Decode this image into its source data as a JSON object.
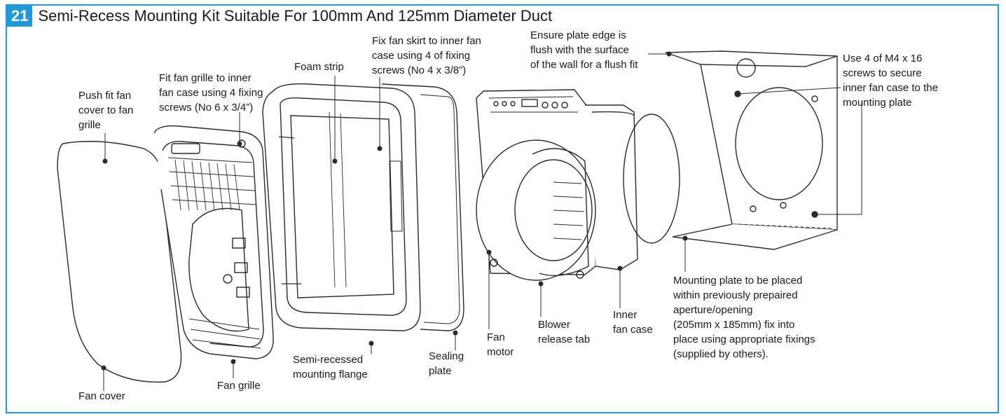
{
  "header": {
    "number": "21",
    "title": "Semi-Recess Mounting Kit Suitable For 100mm And 125mm Diameter Duct"
  },
  "labels": {
    "push_fit": [
      "Push fit fan",
      "cover to fan",
      "grille"
    ],
    "fit_grille": [
      "Fit fan grille to inner",
      "fan case using 4 fixing",
      "screws (No 6 x 3/4”)"
    ],
    "foam_strip": [
      "Foam strip"
    ],
    "fix_skirt": [
      "Fix fan skirt to inner fan",
      "case using 4 of  fixing",
      "screws (No 4 x 3/8”)"
    ],
    "plate_edge": [
      "Ensure plate edge is",
      "flush with the surface",
      "of the wall for a flush fit"
    ],
    "m4_screws": [
      "Use 4 of M4 x 16",
      "screws to secure",
      "inner fan case to the",
      "mounting plate"
    ],
    "fan_cover": [
      "Fan cover"
    ],
    "fan_grille": [
      "Fan grille"
    ],
    "flange": [
      "Semi-recessed",
      "mounting flange"
    ],
    "sealing": [
      "Sealing",
      "plate"
    ],
    "motor": [
      "Fan",
      "motor"
    ],
    "blower": [
      "Blower",
      "release tab"
    ],
    "inner_case": [
      "Inner",
      "fan case"
    ],
    "mounting_plate": [
      "Mounting plate to be placed",
      "within previously prepaired",
      "aperture/opening",
      "(205mm x 185mm) fix into",
      "place using appropriate fixings",
      "(supplied by others)."
    ]
  },
  "colors": {
    "accent": "#1f9ad6",
    "line": "#2a2a2a"
  }
}
